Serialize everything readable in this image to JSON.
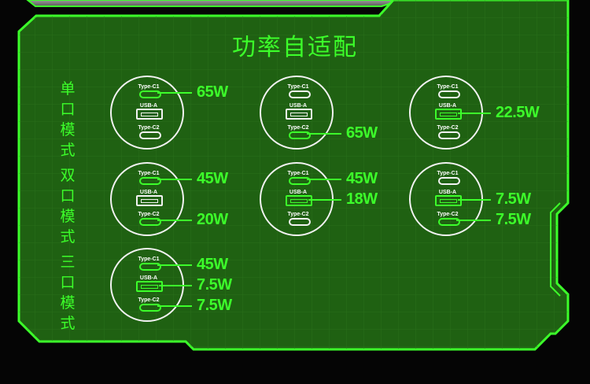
{
  "title": "功率自适配",
  "colors": {
    "accent": "#3cff2a",
    "panel": "#1f6112",
    "background": "#050505",
    "port_inactive": "#f2f2f2"
  },
  "modes": [
    {
      "label": "单口模式"
    },
    {
      "label": "双口模式"
    },
    {
      "label": "三口模式"
    }
  ],
  "port_labels": {
    "c1": "Type-C1",
    "a": "USB-A",
    "c2": "Type-C2"
  },
  "diagrams": [
    {
      "mode": "single",
      "outputs": [
        {
          "port": "Type-C1",
          "watt": "65W"
        }
      ]
    },
    {
      "mode": "single",
      "outputs": [
        {
          "port": "Type-C2",
          "watt": "65W"
        }
      ]
    },
    {
      "mode": "single",
      "outputs": [
        {
          "port": "USB-A",
          "watt": "22.5W"
        }
      ]
    },
    {
      "mode": "dual",
      "outputs": [
        {
          "port": "Type-C1",
          "watt": "45W"
        },
        {
          "port": "Type-C2",
          "watt": "20W"
        }
      ]
    },
    {
      "mode": "dual",
      "outputs": [
        {
          "port": "Type-C1",
          "watt": "45W"
        },
        {
          "port": "USB-A",
          "watt": "18W"
        }
      ]
    },
    {
      "mode": "dual",
      "outputs": [
        {
          "port": "USB-A",
          "watt": "7.5W"
        },
        {
          "port": "Type-C2",
          "watt": "7.5W"
        }
      ]
    },
    {
      "mode": "triple",
      "outputs": [
        {
          "port": "Type-C1",
          "watt": "45W"
        },
        {
          "port": "USB-A",
          "watt": "7.5W"
        },
        {
          "port": "Type-C2",
          "watt": "7.5W"
        }
      ]
    }
  ]
}
